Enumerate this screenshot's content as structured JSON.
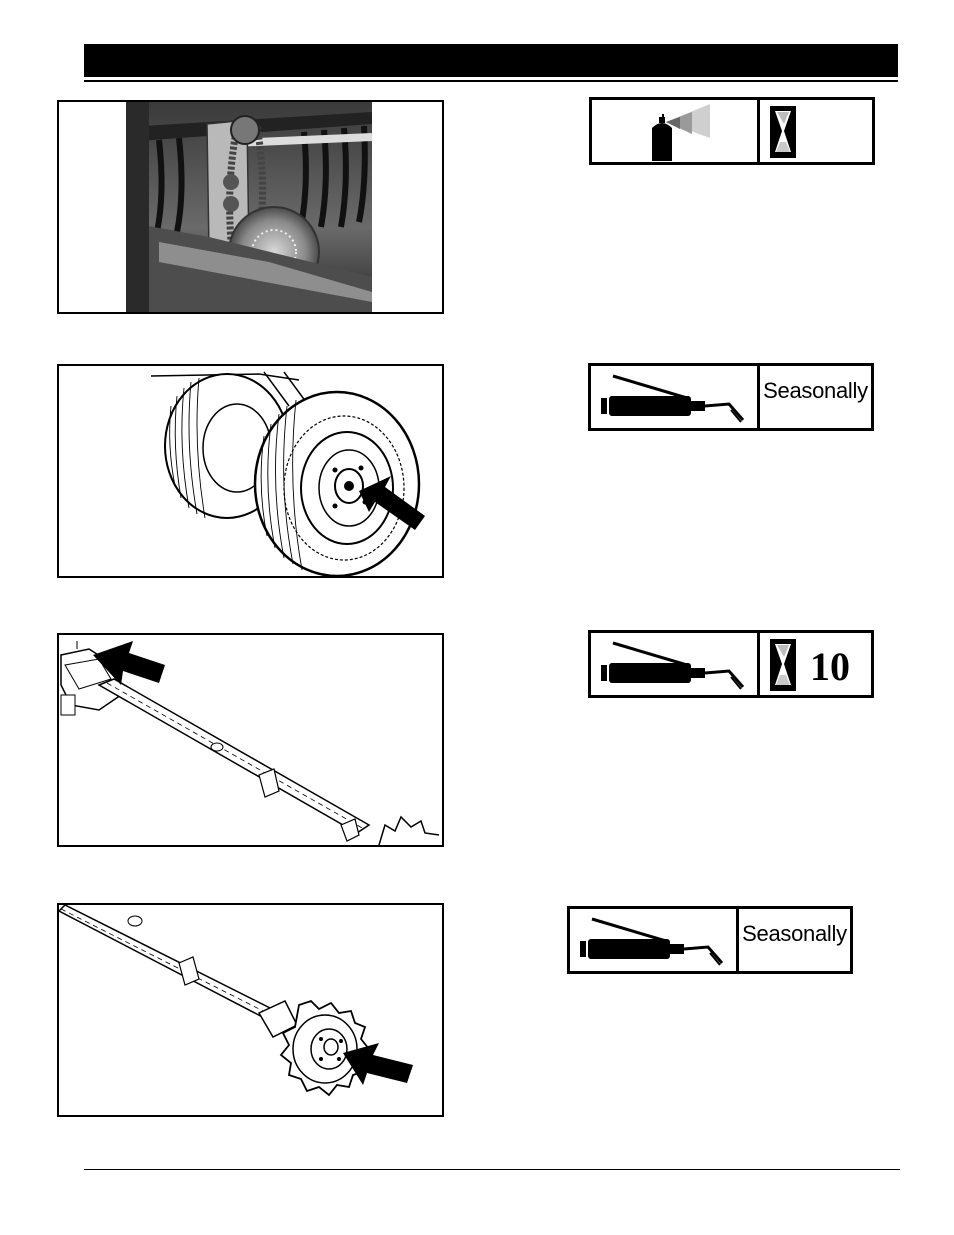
{
  "page": {
    "header_band": "",
    "colors": {
      "ink": "#000000",
      "paper": "#ffffff"
    }
  },
  "sections": [
    {
      "figure": {
        "subject": "chain-drive-photo"
      },
      "badge": {
        "left_icon": "spray-can-icon",
        "right_icon": "hourglass-icon",
        "interval_label": "",
        "interval_number": ""
      }
    },
    {
      "figure": {
        "subject": "gauge-wheel-hub-drawing"
      },
      "badge": {
        "left_icon": "grease-gun-icon",
        "right_icon": "",
        "interval_label": "Seasonally",
        "interval_number": ""
      }
    },
    {
      "figure": {
        "subject": "drive-shaft-front-drawing"
      },
      "badge": {
        "left_icon": "grease-gun-icon",
        "right_icon": "hourglass-icon",
        "interval_label": "",
        "interval_number": "10"
      }
    },
    {
      "figure": {
        "subject": "drive-shaft-sprocket-drawing"
      },
      "badge": {
        "left_icon": "grease-gun-icon",
        "right_icon": "",
        "interval_label": "Seasonally",
        "interval_number": ""
      }
    }
  ]
}
